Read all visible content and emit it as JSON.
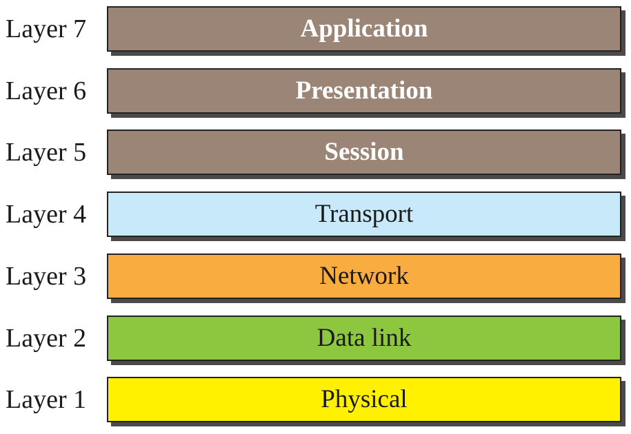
{
  "layers": [
    {
      "label": "Layer 7",
      "name": "Application",
      "color": "#9b8577",
      "style": "upper"
    },
    {
      "label": "Layer 6",
      "name": "Presentation",
      "color": "#9b8577",
      "style": "upper"
    },
    {
      "label": "Layer 5",
      "name": "Session",
      "color": "#9b8577",
      "style": "upper"
    },
    {
      "label": "Layer 4",
      "name": "Transport",
      "color": "#c8e9fa",
      "style": "lower"
    },
    {
      "label": "Layer 3",
      "name": "Network",
      "color": "#f9ac3f",
      "style": "lower"
    },
    {
      "label": "Layer 2",
      "name": "Data link",
      "color": "#8dc63f",
      "style": "lower"
    },
    {
      "label": "Layer 1",
      "name": "Physical",
      "color": "#fff100",
      "style": "lower"
    }
  ]
}
